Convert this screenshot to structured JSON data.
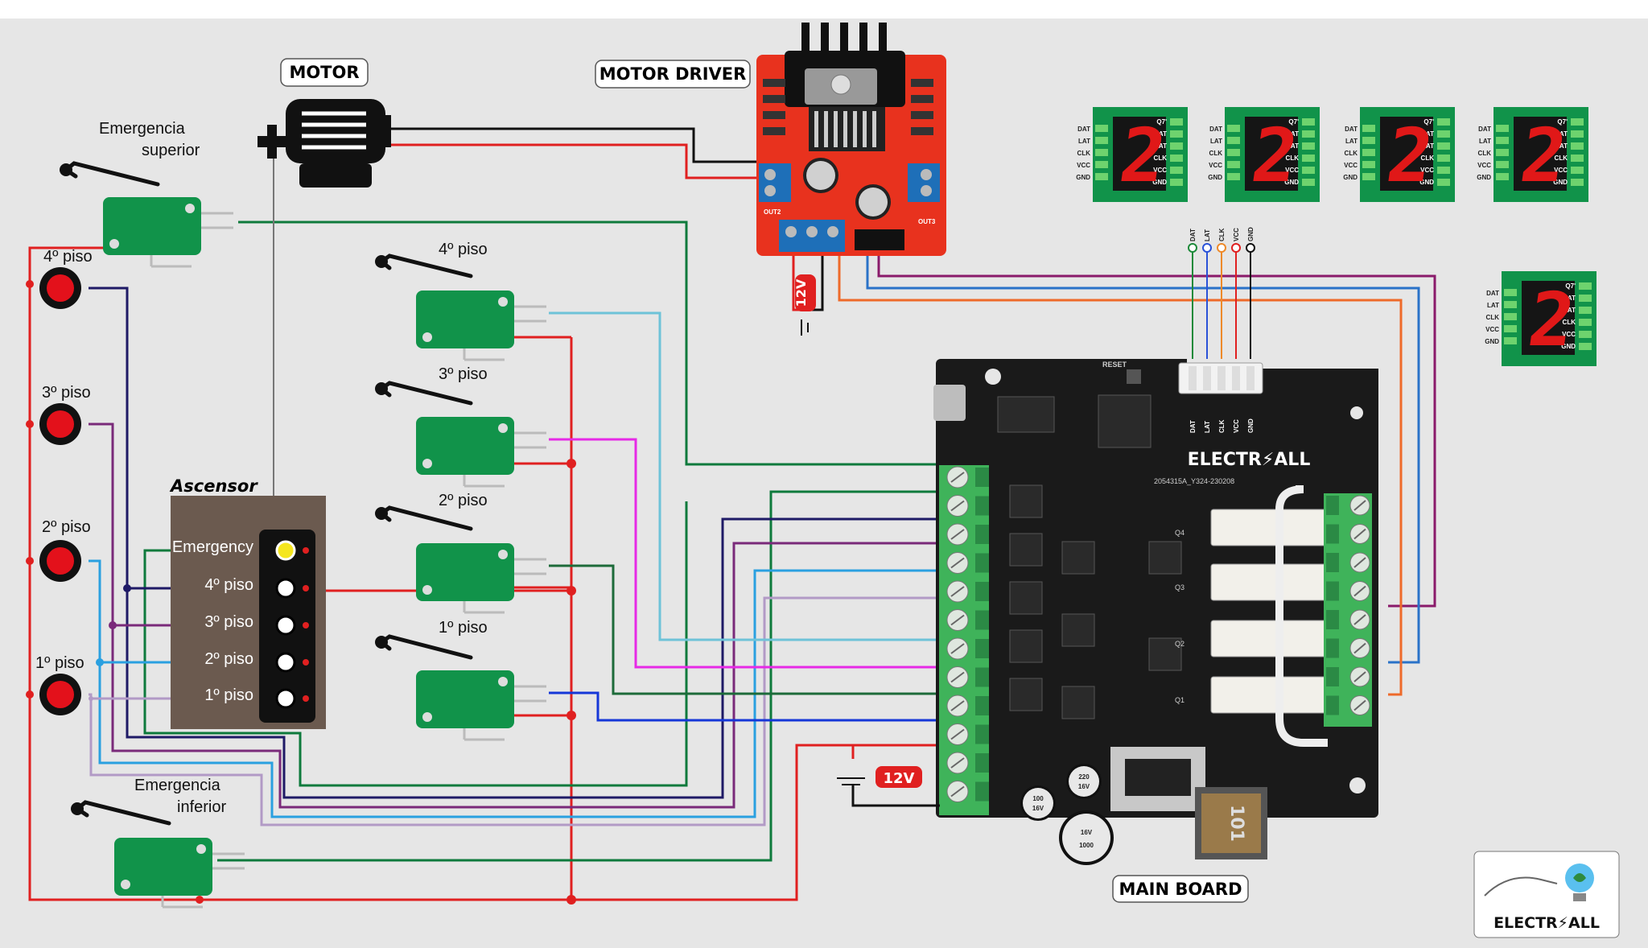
{
  "labels": {
    "motor": "MOTOR",
    "motor_driver": "MOTOR DRIVER",
    "main_board": "MAIN BOARD",
    "ascensor": "Ascensor",
    "emergencia": "Emergencia",
    "superior": "superior",
    "inferior": "inferior",
    "floor4": "4º piso",
    "floor3": "3º piso",
    "floor2": "2º piso",
    "floor1": "1º piso",
    "emergency": "Emergency",
    "volt12": "12V"
  },
  "display_pins_left": [
    "DAT",
    "LAT",
    "CLK",
    "VCC",
    "GND"
  ],
  "display_pins_right": [
    "Q7'",
    "DAT",
    "LAT",
    "CLK",
    "VCC",
    "GND"
  ],
  "display_digit": "2",
  "header_pins": [
    "DAT",
    "LAT",
    "CLK",
    "VCC",
    "GND"
  ],
  "board": {
    "brand": "ELECTR⚡ALL",
    "code": "2054315A_Y324-230208",
    "reset": "RESET",
    "caps": [
      "1000",
      "16V",
      "220",
      "16V",
      "100",
      "16V"
    ],
    "inductor": "101",
    "relays": [
      "Q4",
      "Q3",
      "Q2",
      "Q1"
    ]
  },
  "driver": {
    "out_left": "OUT2",
    "out_right": "OUT3"
  },
  "logo": {
    "text": "ELECTR⚡ALL"
  },
  "colors": {
    "red": "#e02020",
    "green": "#0e7a3c",
    "pcb_black": "#1a1a1a",
    "terminal_green": "#3fb35a",
    "driver_red": "#e8321e"
  }
}
